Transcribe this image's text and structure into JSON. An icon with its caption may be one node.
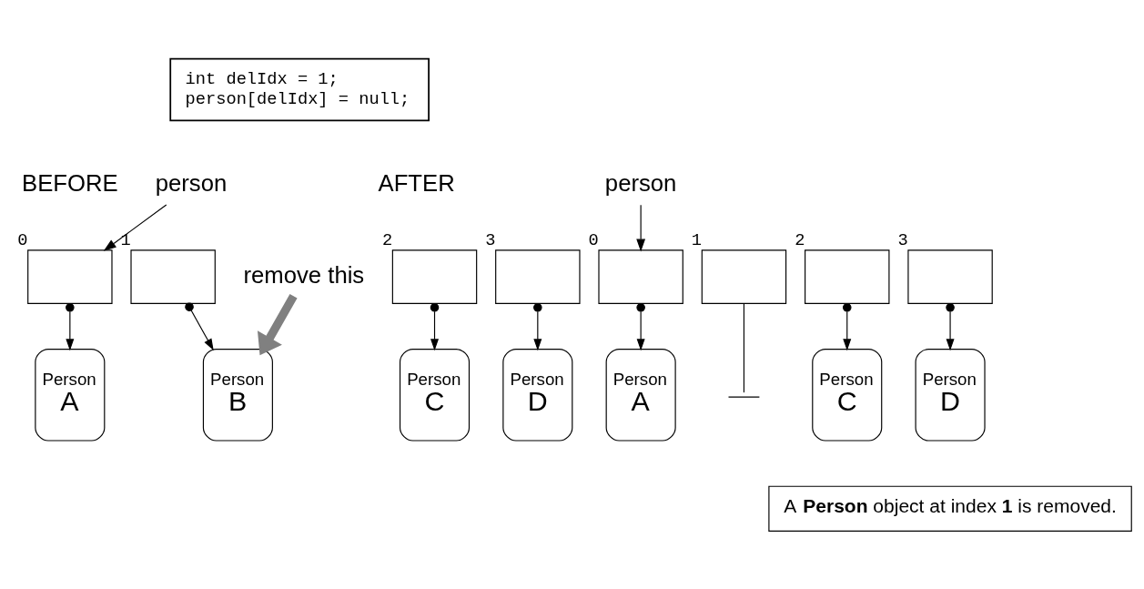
{
  "diagram": {
    "nodes": [
      {
        "text": [
          "int delIdx = 1;",
          "person[delIdx] = null;"
        ]
      },
      {
        "text": [
          "person"
        ]
      },
      {
        "text": [],
        "shape": "box",
        "beside": [
          "0"
        ]
      },
      {
        "text": [],
        "shape": "box",
        "beside": [
          "1"
        ]
      },
      {
        "text": [],
        "shape": "box",
        "beside": [
          "2"
        ]
      },
      {
        "text": [],
        "shape": "box",
        "beside": [
          "3"
        ]
      },
      {
        "text": [
          "Person",
          "A"
        ]
      },
      {
        "text": [
          "Person",
          "B"
        ]
      },
      {
        "text": [
          "Person",
          "C"
        ]
      },
      {
        "text": [
          "Person",
          "D"
        ]
      },
      {
        "text": [
          "remove this"
        ]
      },
      {
        "text": [
          "person"
        ]
      },
      {
        "text": [],
        "shape": "box",
        "beside": [
          "0"
        ]
      },
      {
        "text": [],
        "shape": "box",
        "beside": [
          "1"
        ]
      },
      {
        "text": [],
        "shape": "box",
        "beside": [
          "2"
        ]
      },
      {
        "text": [],
        "shape": "box",
        "beside": [
          "3"
        ]
      },
      {
        "text": [
          "Person",
          "A"
        ]
      },
      {
        "text": [],
        "shape": "bar"
      },
      {
        "text": [
          "Person",
          "C"
        ]
      },
      {
        "text": [
          "Person",
          "D"
        ]
      },
      {
        "text": [
          "A **Person** object at index **1** is removed."
        ]
      }
    ],
    "edges": [
      {
        "from": 1,
        "to": 2,
        "arrow": "to"
      },
      {
        "from": 2,
        "to": 6,
        "arrow": "to"
      },
      {
        "from": 3,
        "to": 7,
        "arrow": "to"
      },
      {
        "from": 4,
        "to": 8,
        "arrow": "to"
      },
      {
        "from": 5,
        "to": 9,
        "arrow": "to"
      },
      {
        "from": 10,
        "to": 7,
        "arrow": "to",
        "style": "thick",
        "color": "#808080"
      },
      {
        "from": 11,
        "to": 12,
        "arrow": "to"
      },
      {
        "from": 12,
        "to": 16,
        "arrow": "to"
      },
      {
        "from": 13,
        "to": 17,
        "arrow": "none"
      },
      {
        "from": 14,
        "to": 18,
        "arrow": "to"
      },
      {
        "from": 15,
        "to": 19,
        "arrow": "to"
      }
    ],
    "labels": [
      "BEFORE",
      "AFTER"
    ]
  }
}
